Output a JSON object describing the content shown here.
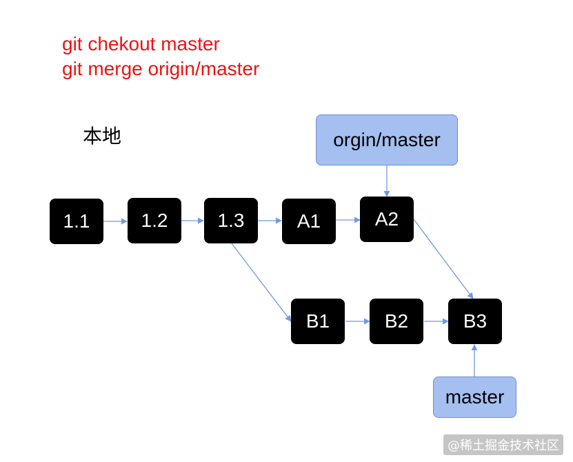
{
  "commands": [
    "git chekout master",
    "git merge origin/master"
  ],
  "local_label": "本地",
  "nodes": {
    "n11": "1.1",
    "n12": "1.2",
    "n13": "1.3",
    "a1": "A1",
    "a2": "A2",
    "b1": "B1",
    "b2": "B2",
    "b3": "B3"
  },
  "refs": {
    "origin": "orgin/master",
    "master": "master"
  },
  "colors": {
    "command_text": "#ee1111",
    "node_fill": "#000000",
    "ref_fill": "#a4bff0",
    "edge": "#6e9be0"
  },
  "watermark": "@稀土掘金技术社区"
}
